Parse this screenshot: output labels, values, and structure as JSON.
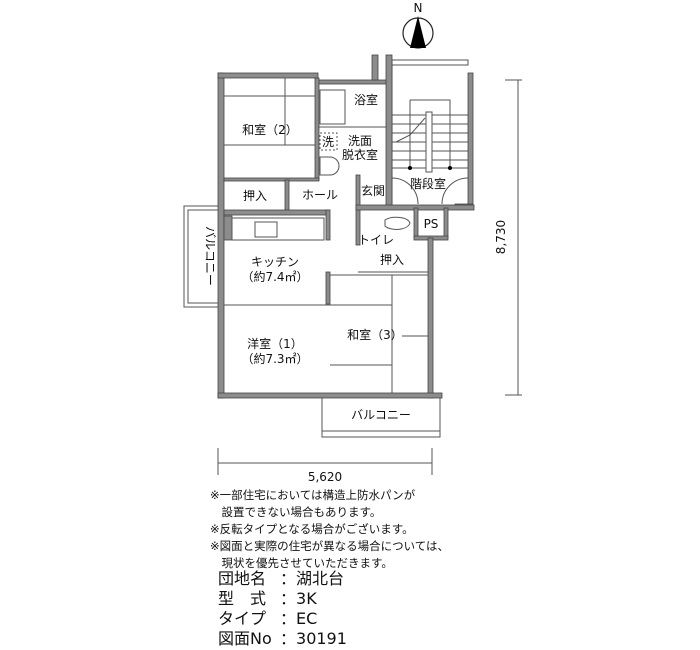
{
  "compass": {
    "label": "N"
  },
  "rooms": {
    "washitsu2": "和室（2）",
    "bath": "浴室",
    "washer": "洗",
    "washroom_1": "洗面",
    "washroom_2": "脱衣室",
    "closet1": "押入",
    "hall": "ホール",
    "entrance": "玄関",
    "stairs": "階段室",
    "ps": "PS",
    "toilet": "トイレ",
    "closet2": "押入",
    "kitchen": "キッチン",
    "kitchen_area": "（約7.4㎡）",
    "western1": "洋室（1）",
    "western1_area": "（約7.3㎡）",
    "washitsu3": "和室（3）",
    "balcony_left": "バルコニー",
    "balcony_bottom": "バルコニー"
  },
  "dimensions": {
    "width": "5,620",
    "depth": "8,730"
  },
  "notes": [
    "※一部住宅においては構造上防水パンが",
    "　設置できない場合もあります。",
    "※反転タイプとなる場合がございます。",
    "※図面と実際の住宅が異なる場合については、",
    "　現状を優先させていただきます。"
  ],
  "info": {
    "name_label": "団地名",
    "name": "湖北台",
    "type_label": "型　式",
    "type": "3K",
    "variant_label": "タイプ",
    "variant": "EC",
    "drawing_label": "図面No",
    "drawing": "30191"
  }
}
